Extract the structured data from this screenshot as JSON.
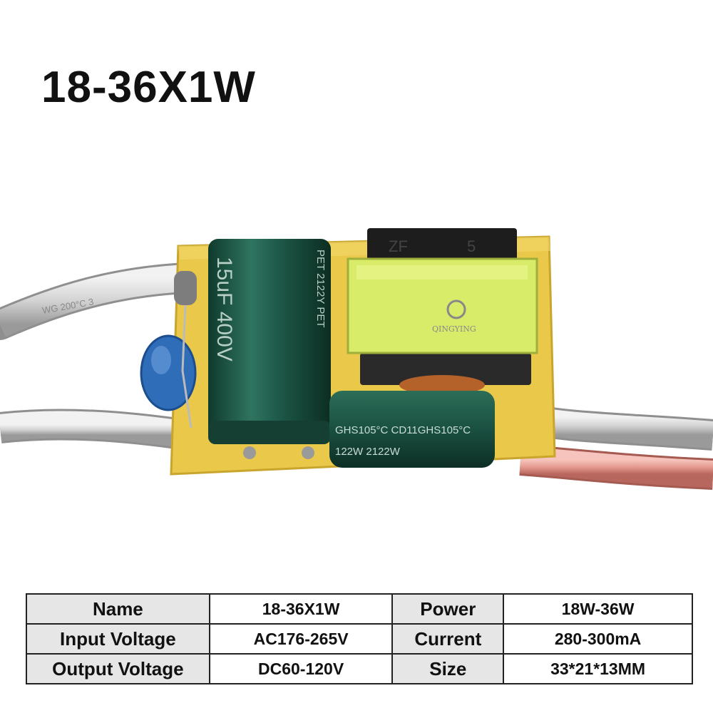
{
  "title": "18-36X1W",
  "photo": {
    "capacitor_label_1": "15uF 400V",
    "capacitor_label_2": "CD11GHS105°C 2122W",
    "transformer_label": "ZF 5",
    "watermark": "QINGYING"
  },
  "specs": {
    "rows": [
      {
        "label1": "Name",
        "value1": "18-36X1W",
        "label2": "Power",
        "value2": "18W-36W"
      },
      {
        "label1": "Input Voltage",
        "value1": "AC176-265V",
        "label2": "Current",
        "value2": "280-300mA"
      },
      {
        "label1": "Output Voltage",
        "value1": "DC60-120V",
        "label2": "Size",
        "value2": "33*21*13MM"
      }
    ]
  }
}
